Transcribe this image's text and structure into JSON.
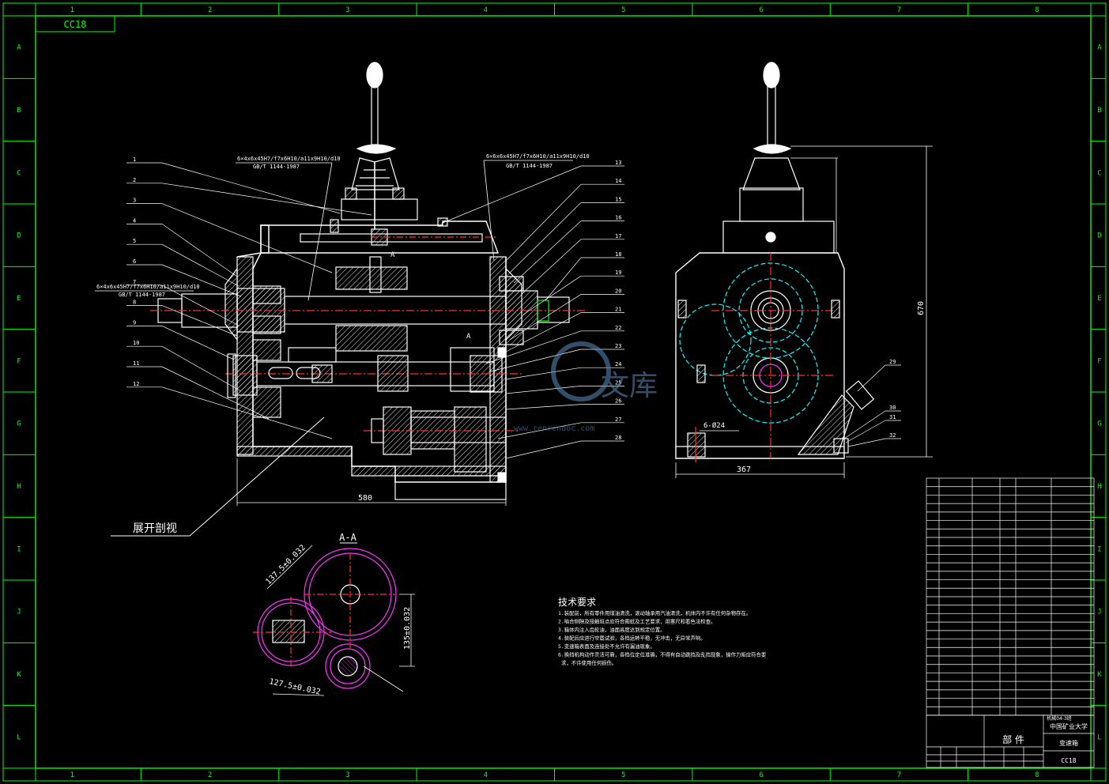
{
  "frame": {
    "columns": [
      "1",
      "2",
      "3",
      "4",
      "5",
      "6",
      "7",
      "8"
    ],
    "rows": [
      "A",
      "B",
      "C",
      "D",
      "E",
      "F",
      "G",
      "H",
      "I",
      "J",
      "K",
      "L"
    ]
  },
  "corner_code": "CC18",
  "view_label": "展开剖视",
  "section_label": "A-A",
  "callouts_left": [
    "1",
    "2",
    "3",
    "4",
    "5",
    "6",
    "7",
    "8",
    "9",
    "10",
    "11",
    "12"
  ],
  "callouts_right": [
    "13",
    "14",
    "15",
    "16",
    "17",
    "18",
    "19",
    "20",
    "21",
    "22",
    "23",
    "24",
    "25",
    "26",
    "27",
    "28"
  ],
  "callouts_side": [
    "29",
    "30",
    "31",
    "32"
  ],
  "spline_notes": {
    "top_left_1": "6×4x6x45H7/f7x6H10/a11x9H10/d10",
    "top_left_2": "GB/T 1144-1987",
    "top_right_1": "6×6x6x45H7/f7x6H10/a11x9H10/d10",
    "top_right_2": "GB/T 1144-1987",
    "left_1": "6×4x6x45H7/f7x6H10/a11x9H10/d10",
    "left_2": "GB/T 1144-1987"
  },
  "dimensions": {
    "main_width": "580",
    "side_width": "367",
    "side_height": "670",
    "holes": "6-Ø24",
    "center_a": "137.5±0.032",
    "center_b": "135±0.032",
    "center_c": "127.5±0.032"
  },
  "tech_title": "技术要求",
  "tech_lines": [
    "1.装配前，所有零件用煤油清洗，滚动轴承用汽油清洗，机体内不许有任何杂物存在。",
    "2.啮合侧隙及接触斑点应符合图纸及工艺要求，用塞尺和着色法检查。",
    "3.箱体内注入齿轮油，油面高度达到规定位置。",
    "4.装配后应进行空载试验，各档运转平稳，无冲击，无异常声响。",
    "5.变速箱表面及连接处不允许有漏油现象。",
    "6.换挡机构动作灵活可靠，各档位定位准确，不得有自动跳挡及乱挡现象，操作力矩应符合要求，不许使用任何损伤。"
  ],
  "title_block": {
    "bom_rows": 28,
    "part_label": "部 件",
    "school": "中国矿业大学",
    "class_line": "机械04-3班",
    "drawing_name": "变速箱",
    "drawing_code": "CC18"
  },
  "watermark": {
    "text": "文库",
    "url": "www.renrendoc.com"
  },
  "colors": {
    "frame": "#00ff00",
    "part": "#ffffff",
    "center": "#ff3030",
    "gear": "#ff33ff",
    "hatch": "#ffffff",
    "dim": "#ffffff",
    "accent": "#00ffff"
  }
}
